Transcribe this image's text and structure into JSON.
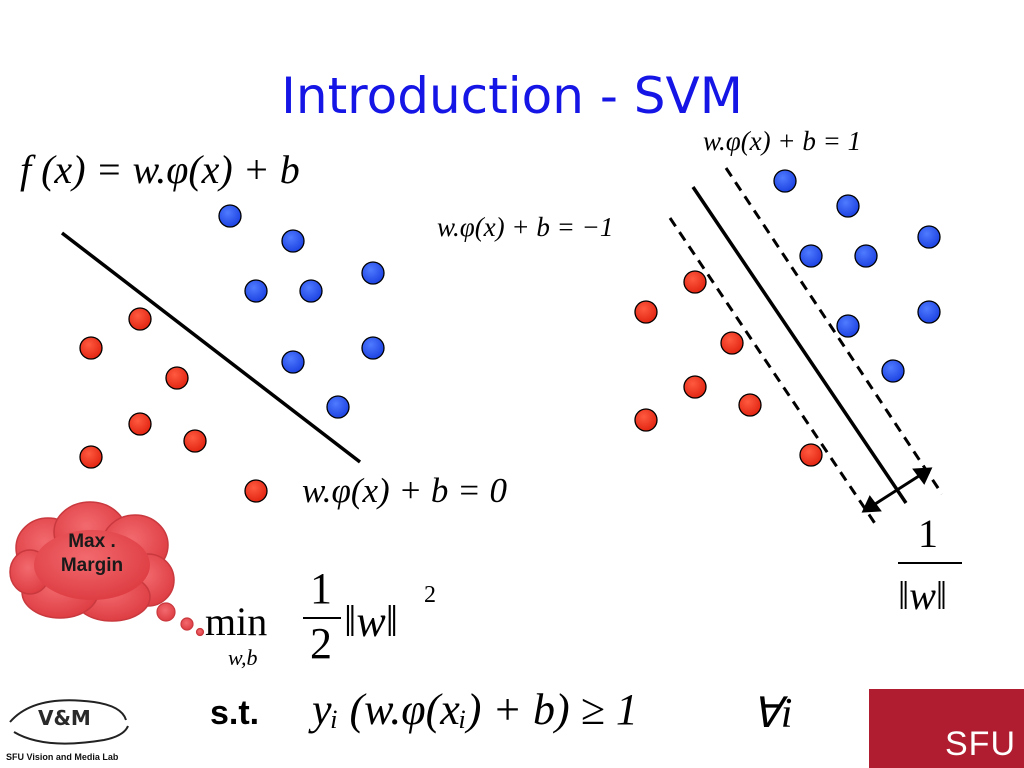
{
  "slide": {
    "title": "Introduction - SVM"
  },
  "formulas": {
    "decision_function": "f (x) = w.φ(x) + b",
    "hyperplane_left": "w.φ(x) + b = 0",
    "margin_positive": "w.φ(x) + b = 1",
    "margin_negative": "w.φ(x) + b = −1",
    "objective_min": "min",
    "objective_sub": "w,b",
    "objective_fraction_num": "1",
    "objective_fraction_den": "2",
    "objective_norm": "‖w‖",
    "objective_power": "2",
    "margin_width_num": "1",
    "margin_width_den": "‖w‖",
    "constraint_label": "s.t.",
    "constraint": "yᵢ (w.φ(xᵢ) + b) ≥ 1",
    "forall": "∀i"
  },
  "callout": {
    "text_line1": "Max .",
    "text_line2": "Margin"
  },
  "logos": {
    "lab_name": "SFU Vision and Media Lab",
    "lab_mark": "V&M",
    "university": "SFU"
  },
  "colors": {
    "title": "#1515e6",
    "class_positive": "#1f4fff",
    "class_negative": "#f0301c",
    "callout": "#e84a4f",
    "sfu_brand": "#b01d30"
  }
}
